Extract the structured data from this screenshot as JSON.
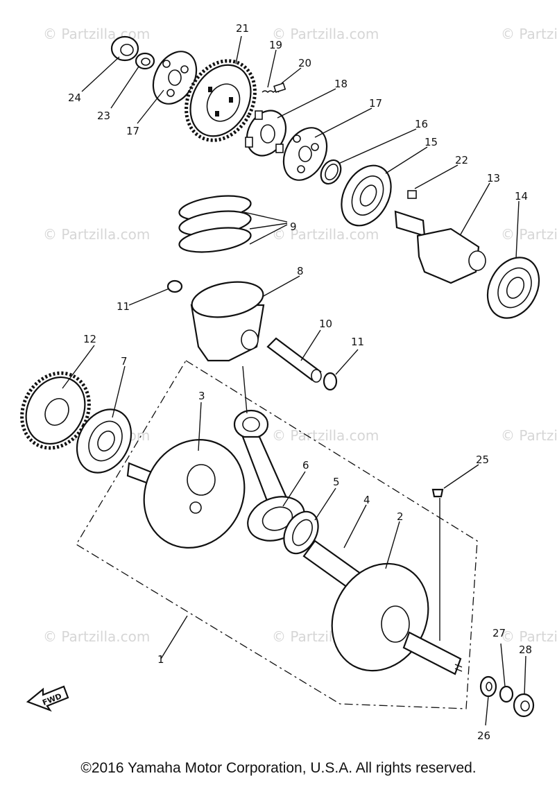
{
  "watermark": "© Partzilla.com",
  "fwd_label": "FWD",
  "copyright": "©2016 Yamaha Motor Corporation, U.S.A. All rights reserved.",
  "callouts": {
    "c1": "1",
    "c2": "2",
    "c3": "3",
    "c4": "4",
    "c5": "5",
    "c6": "6",
    "c7": "7",
    "c8": "8",
    "c9": "9",
    "c10": "10",
    "c11a": "11",
    "c11b": "11",
    "c12": "12",
    "c13": "13",
    "c14": "14",
    "c15": "15",
    "c16": "16",
    "c17a": "17",
    "c17b": "17",
    "c18": "18",
    "c19": "19",
    "c20": "20",
    "c21": "21",
    "c22": "22",
    "c23": "23",
    "c24": "24",
    "c25": "25",
    "c26": "26",
    "c27": "27",
    "c28": "28"
  }
}
